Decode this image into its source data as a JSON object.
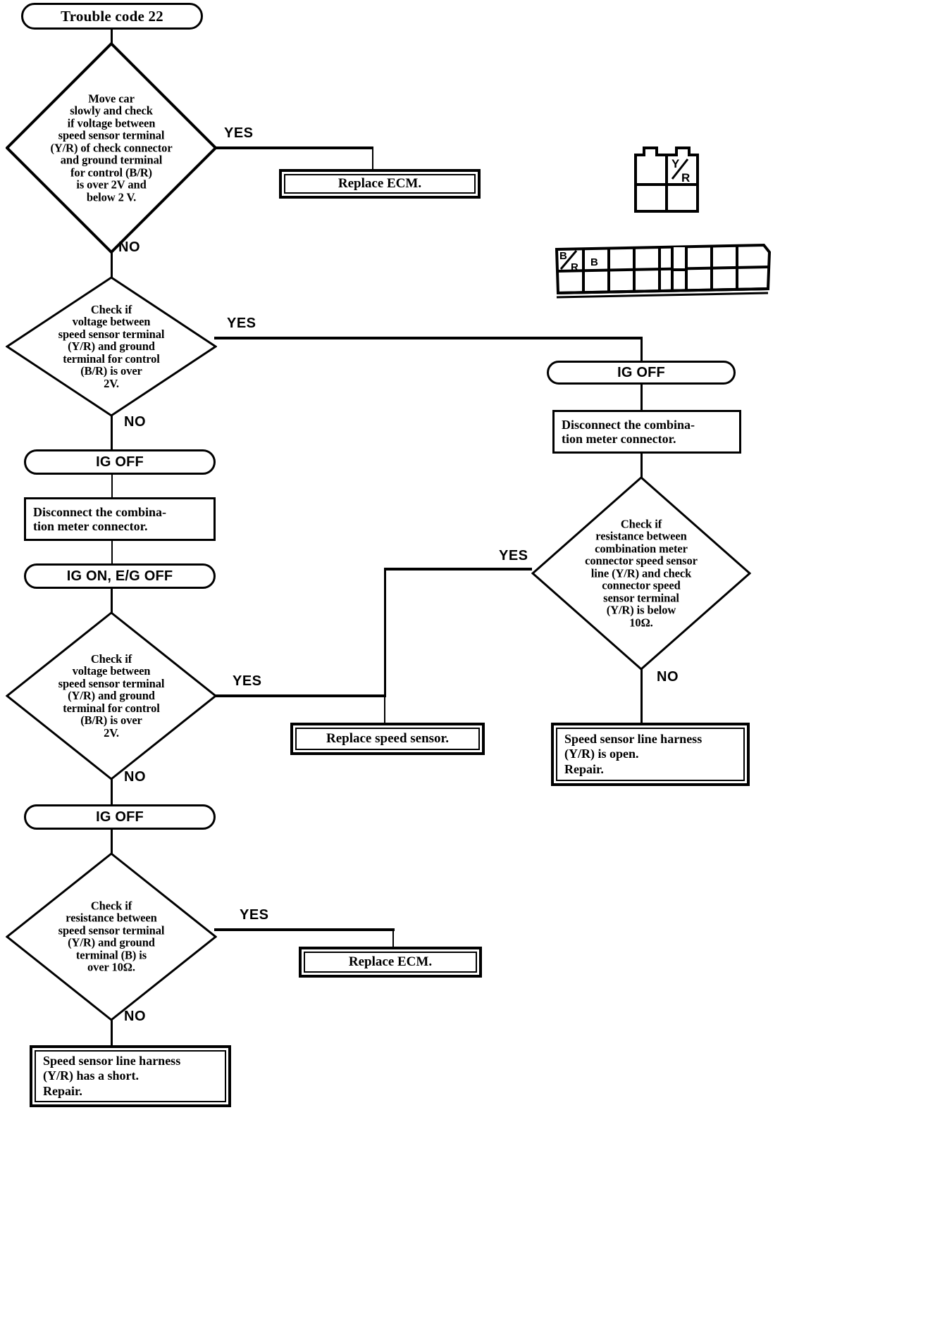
{
  "title": "Trouble code 22 diagnostic flowchart",
  "nodes": {
    "start": {
      "label": "Trouble code 22"
    },
    "d1": {
      "text": "Move car\nslowly and check\nif voltage between\nspeed sensor terminal\n(Y/R) of check connector\nand ground terminal\nfor control (B/R)\nis over 2V and\nbelow 2 V."
    },
    "replace_ecm_1": {
      "label": "Replace ECM."
    },
    "d2": {
      "text": "Check if\nvoltage between\nspeed sensor terminal\n(Y/R) and ground\nterminal for control\n(B/R) is over\n2V."
    },
    "ig_off_left_1": {
      "label": "IG OFF"
    },
    "disconnect_left": {
      "text": "Disconnect the combina-\ntion meter connector."
    },
    "ig_on_eg_off": {
      "label": "IG ON, E/G OFF"
    },
    "d3": {
      "text": "Check if\nvoltage between\nspeed sensor terminal\n(Y/R) and ground\nterminal for control\n(B/R) is over\n2V."
    },
    "ig_off_left_2": {
      "label": "IG OFF"
    },
    "d4": {
      "text": "Check if\nresistance between\nspeed sensor terminal\n(Y/R) and ground\nterminal (B) is\nover 10Ω."
    },
    "replace_ecm_2": {
      "label": "Replace ECM."
    },
    "harness_short": {
      "text": "Speed sensor line harness\n(Y/R) has a short.\nRepair."
    },
    "ig_off_right": {
      "label": "IG OFF"
    },
    "disconnect_right": {
      "text": "Disconnect the combina-\ntion meter connector."
    },
    "d5": {
      "text": "Check if\nresistance between\ncombination meter\nconnector speed sensor\nline (Y/R) and check\nconnector speed\nsensor terminal\n(Y/R) is below\n10Ω."
    },
    "replace_speed_sensor": {
      "label": "Replace speed sensor."
    },
    "harness_open": {
      "text": "Speed sensor line harness\n(Y/R) is open.\nRepair."
    }
  },
  "branch_labels": {
    "d1_yes": "YES",
    "d1_no": "NO",
    "d2_yes": "YES",
    "d2_no": "NO",
    "d3_yes": "YES",
    "d3_no": "NO",
    "d4_yes": "YES",
    "d4_no": "NO",
    "d5_yes": "YES",
    "d5_no": "NO"
  },
  "connectors": {
    "check_connector": {
      "name": "check-connector",
      "terminal_label": "Y/R",
      "rows": 2,
      "cols": 2,
      "labeled_cell": {
        "row": 0,
        "col": 1
      }
    },
    "control_connector": {
      "name": "control-connector",
      "terminal_labels": [
        "B/R",
        "B"
      ],
      "rows": 2,
      "cols": 9
    }
  },
  "colors": {
    "ink": "#000000",
    "paper": "#ffffff"
  }
}
